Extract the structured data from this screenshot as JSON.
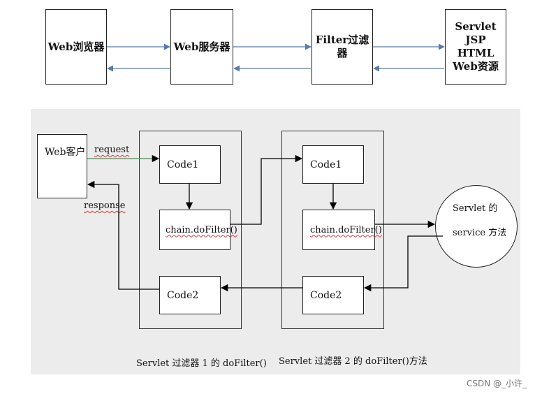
{
  "top_diagram": {
    "browser": "Web浏览器",
    "server": "Web服务器",
    "filter_line1": "Filter过滤",
    "filter_line2": "器",
    "resources": [
      "Servlet",
      "JSP",
      "HTML",
      "Web资源"
    ]
  },
  "bottom_diagram": {
    "client": "Web客户",
    "request": "request",
    "response": "response",
    "filter1": {
      "code1": "Code1",
      "chain": "chain.doFilter()",
      "code2": "Code2",
      "caption": "Servlet 过滤器 1 的 doFilter()"
    },
    "filter2": {
      "code1": "Code1",
      "chain": "chain.doFilter()",
      "code2": "Code2",
      "caption": "Servlet 过滤器 2 的 doFilter()方法"
    },
    "servlet_line1": "Servlet 的",
    "servlet_line2": "service 方法"
  },
  "watermark": "CSDN @_小许_",
  "colors": {
    "line": "#5a7aa8",
    "arrow": "#000000",
    "panel": "#ececec",
    "squiggle": "#d23a3a"
  }
}
